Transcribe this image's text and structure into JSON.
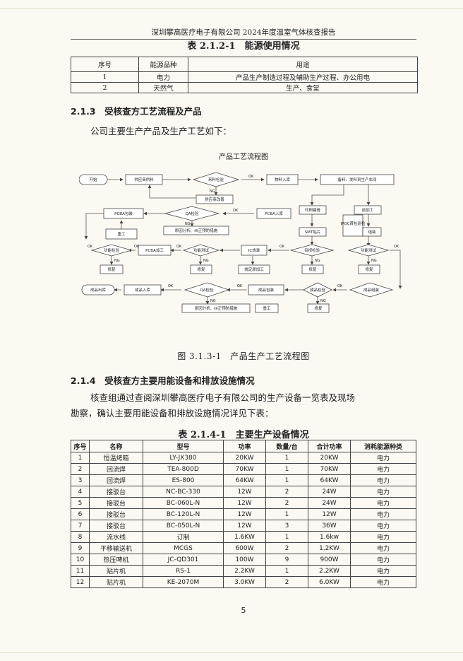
{
  "header": {
    "title": "深圳攀高医疗电子有限公司 2024年度温室气体核查报告"
  },
  "table1": {
    "caption": "表 2.1.2-1　能源使用情况",
    "headers": [
      "序号",
      "能源品种",
      "用途"
    ],
    "rows": [
      [
        "1",
        "电力",
        "产品生产制造过程及辅助生产过程、办公用电"
      ],
      [
        "2",
        "天然气",
        "生产、食堂"
      ]
    ]
  },
  "section213": {
    "heading": "2.1.3　受核查方工艺流程及产品",
    "para": "公司主要生产产品及生产工艺如下："
  },
  "figure": {
    "title": "产品工艺流程图",
    "caption": "图 3.1.3-1　产品生产工艺流程图",
    "nodes": {
      "start": "开始",
      "supplier": "供应商供料",
      "incoming_qc": "来料检验",
      "supplier_change": "供应商改善",
      "material_store": "物料入库",
      "prep": "备料、发料到生产车间",
      "pcba_pack": "PCBA包装",
      "qa1": "QA检验",
      "cause1": "原因分析、纠正预防措施",
      "pcba_store": "PCBA入库",
      "print_paste": "印刷锡膏",
      "pre_process": "前加工",
      "smt": "SMT贴片",
      "ipqc": "IPQC首检巡检",
      "assembly": "组装",
      "rework1": "重工",
      "func_test1": "功能检验",
      "pcba_process": "PCBA加工",
      "func_test2": "功能测试",
      "ic_burn": "IC烧录",
      "visual": "目视检验",
      "func_test3": "功能测试",
      "repair1": "修复",
      "repair2": "修复",
      "fixture": "烧定原加工",
      "repair3": "修复",
      "repair4": "修复",
      "finished_out": "成品出库",
      "finished_store": "成品入库",
      "qa2": "QA检验",
      "finished_pack": "成品包装",
      "finished_check": "成品检验",
      "finished_pack2": "成品组装",
      "cause2": "原因分析、纠正预防措施",
      "rework2": "重工",
      "repair5": "修复"
    },
    "ok": "OK",
    "ng": "NG"
  },
  "section214": {
    "heading": "2.1.4　受核查方主要用能设备和排放设施情况",
    "para_line1": "核查组通过查阅深圳攀高医疗电子有限公司的生产设备一览表及现场",
    "para_line2": "勘察，确认主要用能设备和排放设施情况详见下表："
  },
  "table2": {
    "caption": "表 2.1.4-1　主要生产设备情况",
    "headers": [
      "序号",
      "名称",
      "型号",
      "功率",
      "数量/台",
      "合计功率",
      "消耗能源种类"
    ],
    "rows": [
      [
        "1",
        "恒温烤箱",
        "LY-JX380",
        "20KW",
        "1",
        "20KW",
        "电力"
      ],
      [
        "2",
        "回流焊",
        "TEA-800D",
        "70KW",
        "1",
        "70KW",
        "电力"
      ],
      [
        "3",
        "回流焊",
        "ES-800",
        "64KW",
        "1",
        "64KW",
        "电力"
      ],
      [
        "4",
        "接驳台",
        "NC-BC-330",
        "12W",
        "2",
        "24W",
        "电力"
      ],
      [
        "5",
        "接驳台",
        "BC-060L-N",
        "12W",
        "2",
        "24W",
        "电力"
      ],
      [
        "6",
        "接驳台",
        "BC-120L-N",
        "12W",
        "1",
        "12W",
        "电力"
      ],
      [
        "7",
        "接驳台",
        "BC-050L-N",
        "12W",
        "3",
        "36W",
        "电力"
      ],
      [
        "8",
        "流水线",
        "订制",
        "1.6KW",
        "1",
        "1.6kw",
        "电力"
      ],
      [
        "9",
        "平移输送机",
        "MCGS",
        "600W",
        "2",
        "1.2KW",
        "电力"
      ],
      [
        "10",
        "热压啤机",
        "JC-QD301",
        "100W",
        "9",
        "900W",
        "电力"
      ],
      [
        "11",
        "贴片机",
        "RS-1",
        "2.2KW",
        "1",
        "2.2KW",
        "电力"
      ],
      [
        "12",
        "贴片机",
        "KE-2070M",
        "3.0KW",
        "2",
        "6.0KW",
        "电力"
      ]
    ]
  },
  "page_number": "5"
}
